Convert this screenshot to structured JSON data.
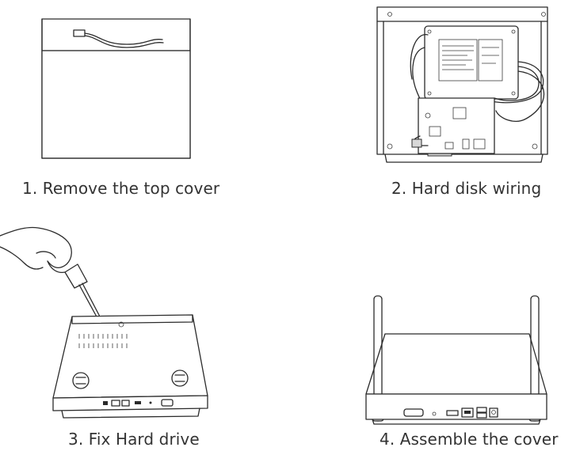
{
  "steps": [
    {
      "label": "1. Remove the top cover"
    },
    {
      "label": "2. Hard disk wiring"
    },
    {
      "label": "3. Fix Hard drive"
    },
    {
      "label": "4. Assemble the cover"
    }
  ],
  "colors": {
    "line": "#2b2b2b",
    "text": "#333333",
    "background": "#ffffff"
  }
}
